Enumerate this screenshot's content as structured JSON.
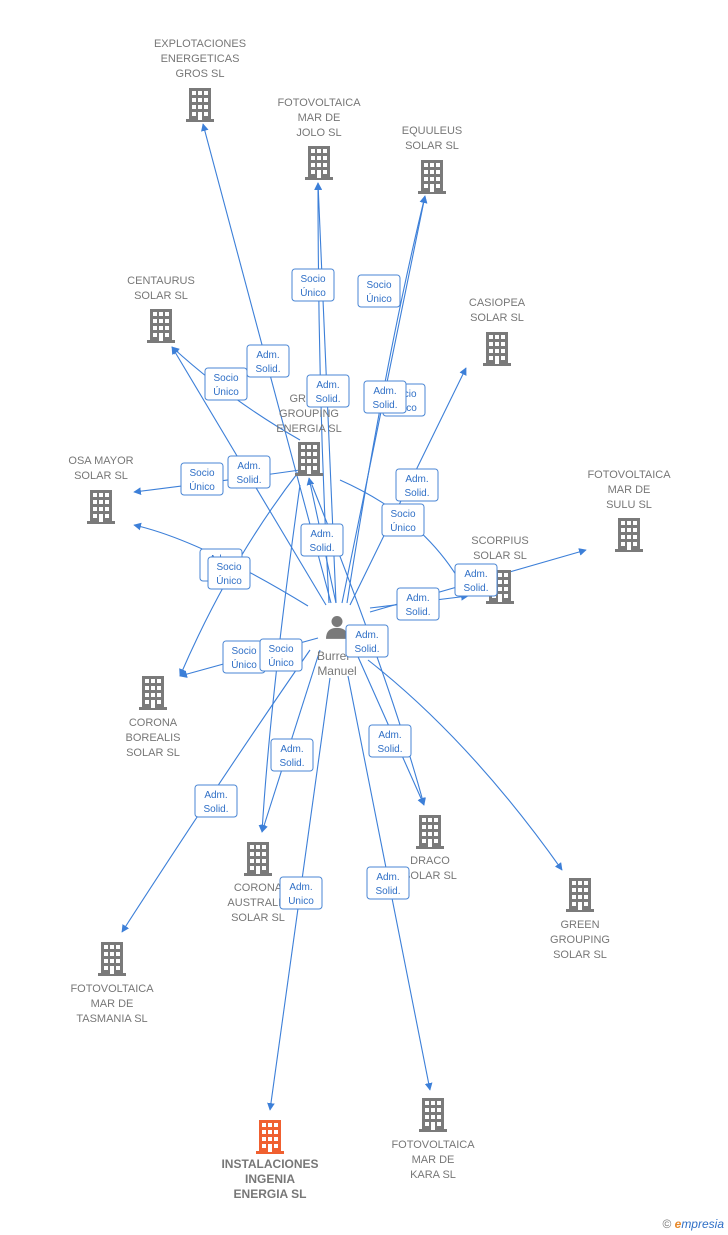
{
  "person": {
    "lines": [
      "Burrel",
      "Manuel"
    ]
  },
  "companies": [
    {
      "id": "explotaciones",
      "lines": [
        "EXPLOTACIONES",
        "ENERGETICAS",
        "GROS SL"
      ]
    },
    {
      "id": "mar-jolo",
      "lines": [
        "FOTOVOLTAICA",
        "MAR DE",
        "JOLO SL"
      ]
    },
    {
      "id": "equuleus",
      "lines": [
        "EQUULEUS",
        "SOLAR SL"
      ]
    },
    {
      "id": "centaurus",
      "lines": [
        "CENTAURUS",
        "SOLAR SL"
      ]
    },
    {
      "id": "casiopea",
      "lines": [
        "CASIOPEA",
        "SOLAR SL"
      ]
    },
    {
      "id": "green-grouping-energia",
      "lines": [
        "GREEN",
        "GROUPING",
        "ENERGIA SL"
      ]
    },
    {
      "id": "osa-mayor",
      "lines": [
        "OSA MAYOR",
        "SOLAR SL"
      ]
    },
    {
      "id": "mar-sulu",
      "lines": [
        "FOTOVOLTAICA",
        "MAR DE",
        "SULU SL"
      ]
    },
    {
      "id": "scorpius",
      "lines": [
        "SCORPIUS",
        "SOLAR SL"
      ]
    },
    {
      "id": "corona-borealis",
      "lines": [
        "CORONA",
        "BOREALIS",
        "SOLAR SL"
      ]
    },
    {
      "id": "draco",
      "lines": [
        "DRACO",
        "SOLAR SL"
      ]
    },
    {
      "id": "corona-australis",
      "lines": [
        "CORONA",
        "AUSTRALIS",
        "SOLAR SL"
      ]
    },
    {
      "id": "green-grouping-solar",
      "lines": [
        "GREEN",
        "GROUPING",
        "SOLAR SL"
      ]
    },
    {
      "id": "mar-tasmania",
      "lines": [
        "FOTOVOLTAICA",
        "MAR DE",
        "TASMANIA SL"
      ]
    },
    {
      "id": "instalaciones",
      "lines": [
        "INSTALACIONES",
        "INGENIA",
        "ENERGIA SL"
      ],
      "focus": true
    },
    {
      "id": "mar-kara",
      "lines": [
        "FOTOVOLTAICA",
        "MAR DE",
        "KARA SL"
      ]
    }
  ],
  "edge_labels": [
    {
      "lines": [
        "Socio",
        "Único"
      ]
    },
    {
      "lines": [
        "Socio",
        "Único"
      ]
    },
    {
      "lines": [
        "Adm.",
        "Solid."
      ]
    },
    {
      "lines": [
        "Socio",
        "Único"
      ]
    },
    {
      "lines": [
        "Adm.",
        "Solid."
      ]
    },
    {
      "lines": [
        "Socio",
        "Único"
      ]
    },
    {
      "lines": [
        "Adm.",
        "Solid."
      ]
    },
    {
      "lines": [
        "Socio",
        "Único"
      ]
    },
    {
      "lines": [
        "Adm.",
        "Solid."
      ]
    },
    {
      "lines": [
        "Adm.",
        "Solid."
      ]
    },
    {
      "lines": [
        "Adm.",
        "Solid."
      ]
    },
    {
      "lines": [
        "Socio",
        "Único"
      ]
    },
    {
      "lines": [
        "Adm.",
        "Solid."
      ]
    },
    {
      "lines": [
        "Socio",
        "Único"
      ]
    },
    {
      "lines": [
        "Adm.",
        "Solid."
      ]
    },
    {
      "lines": [
        "Adm.",
        "Solid."
      ]
    },
    {
      "lines": [
        "Socio",
        "Único"
      ]
    },
    {
      "lines": [
        "Socio",
        "Único"
      ]
    },
    {
      "lines": [
        "Adm.",
        "Solid."
      ]
    },
    {
      "lines": [
        "Adm.",
        "Solid."
      ]
    },
    {
      "lines": [
        "Adm.",
        "Solid."
      ]
    },
    {
      "lines": [
        "Adm.",
        "Solid."
      ]
    },
    {
      "lines": [
        "Adm.",
        "Unico"
      ]
    },
    {
      "lines": [
        "Adm.",
        "Solid."
      ]
    }
  ],
  "colors": {
    "edge": "#3c7fd8",
    "building": "#7a7a7a",
    "focus_building": "#f06030",
    "label_border": "#4a86d4"
  },
  "footer": {
    "copyright": "©",
    "brand_initial": "e",
    "brand_rest": "mpresia"
  }
}
